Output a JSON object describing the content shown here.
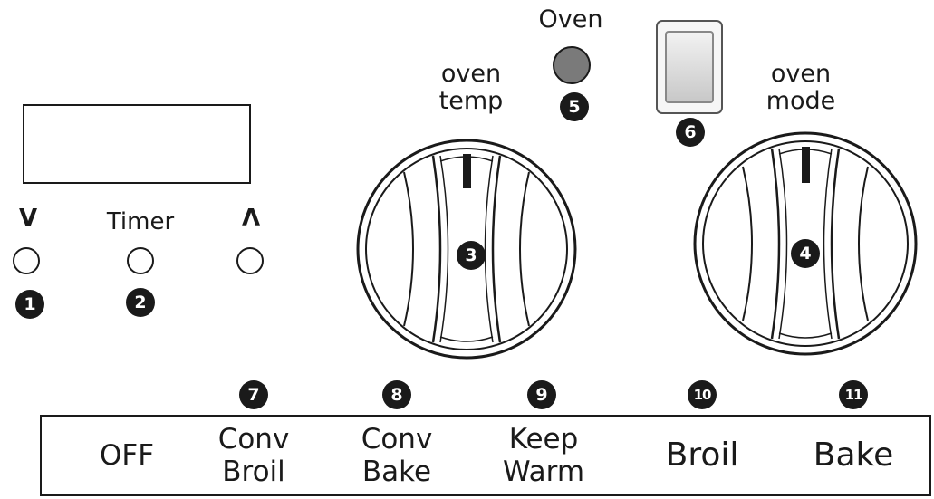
{
  "display": {
    "readout": ""
  },
  "timer_controls": {
    "down_symbol": "V",
    "timer_label": "Timer",
    "up_symbol": "Λ",
    "callouts": [
      "1",
      "2"
    ]
  },
  "knobs": {
    "temp": {
      "label_line1": "oven",
      "label_line2": "temp",
      "callout": "3"
    },
    "mode": {
      "label_line1": "oven",
      "label_line2": "mode",
      "callout": "4"
    }
  },
  "oven_light": {
    "label": "Oven",
    "callout": "5",
    "color": "#7a7a7a"
  },
  "switch": {
    "callout": "6"
  },
  "modes": [
    {
      "line1": "OFF",
      "line2": "",
      "callout": ""
    },
    {
      "line1": "Conv",
      "line2": "Broil",
      "callout": "7"
    },
    {
      "line1": "Conv",
      "line2": "Bake",
      "callout": "8"
    },
    {
      "line1": "Keep",
      "line2": "Warm",
      "callout": "9"
    },
    {
      "line1": "Broil",
      "line2": "",
      "callout": "10"
    },
    {
      "line1": "Bake",
      "line2": "",
      "callout": "11"
    }
  ]
}
